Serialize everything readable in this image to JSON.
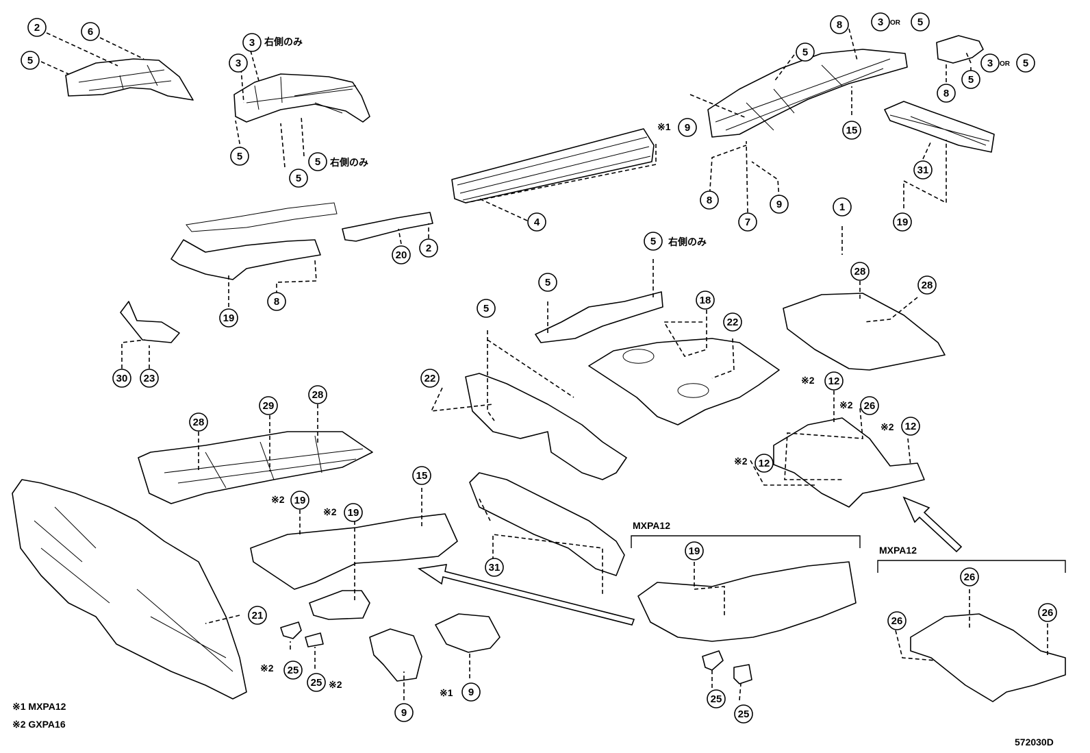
{
  "diagram": {
    "code": "572030D",
    "model_label": "MXPA12",
    "right_only": "右側のみ",
    "or": "OR",
    "note_1": "※1 MXPA12",
    "note_2": "※2 GXPA16",
    "mark_1": "※1",
    "mark_2": "※2"
  },
  "callouts": [
    {
      "id": "c-2a",
      "n": "2"
    },
    {
      "id": "c-6",
      "n": "6"
    },
    {
      "id": "c-5a",
      "n": "5"
    },
    {
      "id": "c-3a",
      "n": "3"
    },
    {
      "id": "c-3b",
      "n": "3"
    },
    {
      "id": "c-5b",
      "n": "5"
    },
    {
      "id": "c-5c",
      "n": "5"
    },
    {
      "id": "c-5d",
      "n": "5"
    },
    {
      "id": "c-4",
      "n": "4"
    },
    {
      "id": "c-8a",
      "n": "8"
    },
    {
      "id": "c-5e",
      "n": "5"
    },
    {
      "id": "c-9a",
      "n": "9"
    },
    {
      "id": "c-8b",
      "n": "8"
    },
    {
      "id": "c-7",
      "n": "7"
    },
    {
      "id": "c-9b",
      "n": "9"
    },
    {
      "id": "c-15a",
      "n": "15"
    },
    {
      "id": "c-3c",
      "n": "3"
    },
    {
      "id": "c-5f",
      "n": "5"
    },
    {
      "id": "c-3d",
      "n": "3"
    },
    {
      "id": "c-5g",
      "n": "5"
    },
    {
      "id": "c-8c",
      "n": "8"
    },
    {
      "id": "c-5h",
      "n": "5"
    },
    {
      "id": "c-31a",
      "n": "31"
    },
    {
      "id": "c-19a",
      "n": "19"
    },
    {
      "id": "c-20",
      "n": "20"
    },
    {
      "id": "c-2b",
      "n": "2"
    },
    {
      "id": "c-19b",
      "n": "19"
    },
    {
      "id": "c-8d",
      "n": "8"
    },
    {
      "id": "c-30",
      "n": "30"
    },
    {
      "id": "c-23",
      "n": "23"
    },
    {
      "id": "c-5i",
      "n": "5"
    },
    {
      "id": "c-5j",
      "n": "5"
    },
    {
      "id": "c-18",
      "n": "18"
    },
    {
      "id": "c-22a",
      "n": "22"
    },
    {
      "id": "c-1",
      "n": "1"
    },
    {
      "id": "c-28a",
      "n": "28"
    },
    {
      "id": "c-28b",
      "n": "28"
    },
    {
      "id": "c-5k",
      "n": "5"
    },
    {
      "id": "c-22b",
      "n": "22"
    },
    {
      "id": "c-12a",
      "n": "12"
    },
    {
      "id": "c-26a",
      "n": "26"
    },
    {
      "id": "c-12b",
      "n": "12"
    },
    {
      "id": "c-12c",
      "n": "12"
    },
    {
      "id": "c-28c",
      "n": "28"
    },
    {
      "id": "c-29",
      "n": "29"
    },
    {
      "id": "c-28d",
      "n": "28"
    },
    {
      "id": "c-15b",
      "n": "15"
    },
    {
      "id": "c-19c",
      "n": "19"
    },
    {
      "id": "c-19d",
      "n": "19"
    },
    {
      "id": "c-31b",
      "n": "31"
    },
    {
      "id": "c-19e",
      "n": "19"
    },
    {
      "id": "c-26b",
      "n": "26"
    },
    {
      "id": "c-26c",
      "n": "26"
    },
    {
      "id": "c-26d",
      "n": "26"
    },
    {
      "id": "c-21",
      "n": "21"
    },
    {
      "id": "c-25a",
      "n": "25"
    },
    {
      "id": "c-25b",
      "n": "25"
    },
    {
      "id": "c-9c",
      "n": "9"
    },
    {
      "id": "c-9d",
      "n": "9"
    },
    {
      "id": "c-25c",
      "n": "25"
    },
    {
      "id": "c-25d",
      "n": "25"
    }
  ]
}
